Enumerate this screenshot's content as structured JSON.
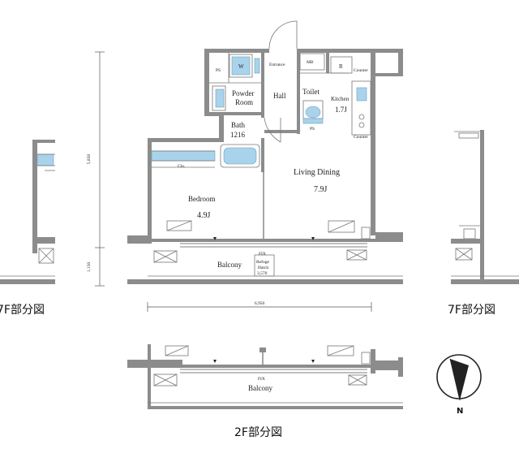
{
  "labels": {
    "ps": "PS",
    "w": "W",
    "entrance": "Entrance",
    "mb": "MB",
    "r": "R",
    "counter_top": "Counter",
    "powder_room_1": "Powder",
    "powder_room_2": "Room",
    "hall": "Hall",
    "toilet": "Toilet",
    "kitchen": "Kitchen",
    "kitchen_size": "1.7J",
    "ps_lower": "PS",
    "counter_bottom": "Counter",
    "bath": "Bath",
    "bath_size": "1216",
    "clo": "Clo.",
    "living_dining": "Living Dining",
    "living_size": "7.9J",
    "bedroom": "Bedroom",
    "bedroom_size": "4.9J",
    "fix_7f": "FIX",
    "balcony_7f": "Balcony",
    "refuge_1": "Refuge",
    "refuge_2": "Hatch",
    "refuge_3": "3,570",
    "dim_height_top": "5,850",
    "dim_height_bottom": "1,150",
    "dim_width": "6,950",
    "caption_left": "7F部分図",
    "caption_right": "7F部分図",
    "fix_2f": "FIX",
    "balcony_2f": "Balcony",
    "caption_2f": "2F部分図",
    "north": "N"
  }
}
